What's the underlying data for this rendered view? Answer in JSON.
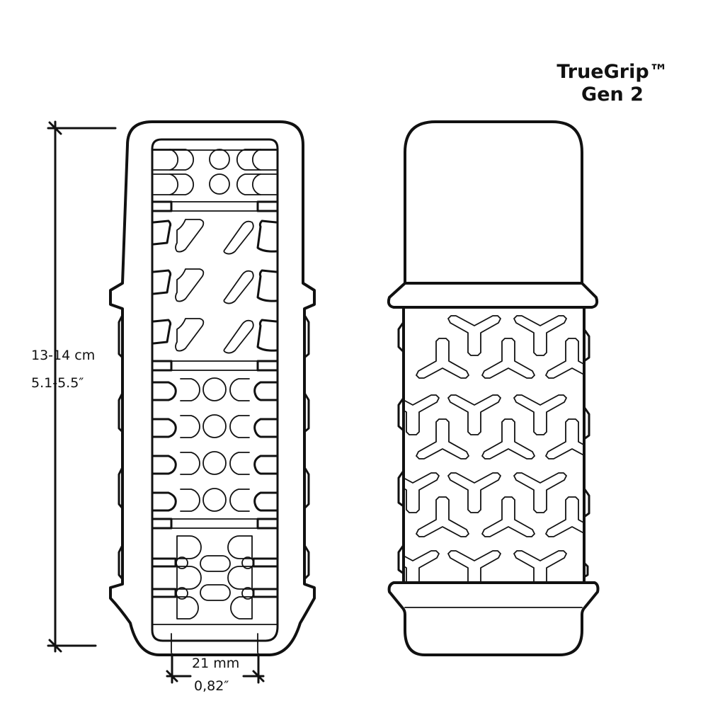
{
  "title": {
    "line1": "TrueGrip™",
    "line2": "Gen 2"
  },
  "dimensions": {
    "height": {
      "metric": "13-14 cm",
      "imperial": "5.1-5.5″"
    },
    "width": {
      "metric": "21 mm",
      "imperial": "0,82″"
    }
  },
  "views": [
    {
      "name": "cross-section-view",
      "sections": [
        "nubs-entry",
        "diagonal-ribs",
        "round-nubs",
        "oval-nubs"
      ]
    },
    {
      "name": "exterior-view",
      "parts": [
        "cap",
        "textured-grip-sleeve",
        "base"
      ]
    }
  ],
  "colors": {
    "line": "#111111",
    "background": "#ffffff"
  }
}
